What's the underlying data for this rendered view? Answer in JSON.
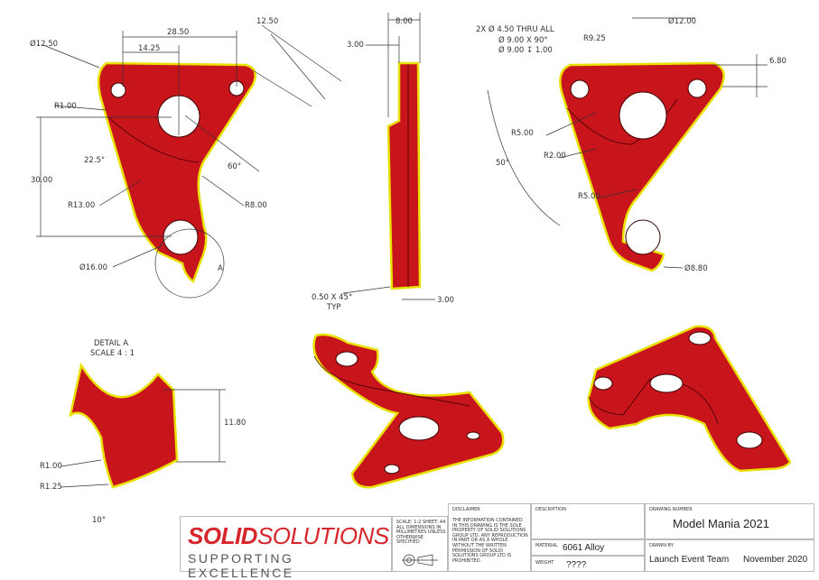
{
  "front_view": {
    "dims": [
      "Ø12.50",
      "28.50",
      "14.25",
      "12.50",
      "R1.00",
      "22.5°",
      "60°",
      "30.00",
      "R13.00",
      "R8.00",
      "Ø16.00",
      "A"
    ]
  },
  "side_view": {
    "dims": [
      "8.00",
      "3.00",
      "0.50 X 45°",
      "TYP",
      "3.00"
    ]
  },
  "right_view": {
    "callout": [
      "2X Ø 4.50 THRU ALL",
      "Ø 9.00 X 90°",
      "Ø 9.00 ↧ 1.00"
    ],
    "dims": [
      "R9.25",
      "Ø12.00",
      "6.80",
      "R5.00",
      "R2.00",
      "50°",
      "R5.00",
      "Ø8.80"
    ]
  },
  "detail": {
    "title": "DETAIL A",
    "scale": "SCALE 4 : 1",
    "dims": [
      "11.80",
      "R1.00",
      "R1.25",
      "10°"
    ]
  },
  "title_block": {
    "logo_bold": "SOLID",
    "logo_light": "SOLUTIONS",
    "tagline": "SUPPORTING EXCELLENCE",
    "sheet_info": "SCALE: 1:2 SHEET: A4 ALL DIMENSIONS IN MILLIMETRES UNLESS OTHERWISE SPECIFIED",
    "disclaimer_label": "DISCLAIMER",
    "disclaimer_text": "THE INFORMATION CONTAINED IN THIS DRAWING IS THE SOLE PROPERTY OF SOLID SOLUTIONS GROUP LTD. ANY REPRODUCTION IN PART OR AS A WHOLE WITHOUT THE WRITTEN PERMISSION OF SOLID SOLUTIONS GROUP LTD IS PROHIBITED.",
    "description_label": "DESCRIPTION",
    "material_label": "MATERIAL",
    "material": "6061 Alloy",
    "weight_label": "WEIGHT",
    "weight": "????",
    "drawing_number_label": "DRAWING NUMBER",
    "drawing_number": "Model Mania 2021",
    "drawn_by_label": "DRAWN BY",
    "drawn_by": "Launch Event Team",
    "date": "November 2020",
    "brand_color": "#d7262b"
  }
}
